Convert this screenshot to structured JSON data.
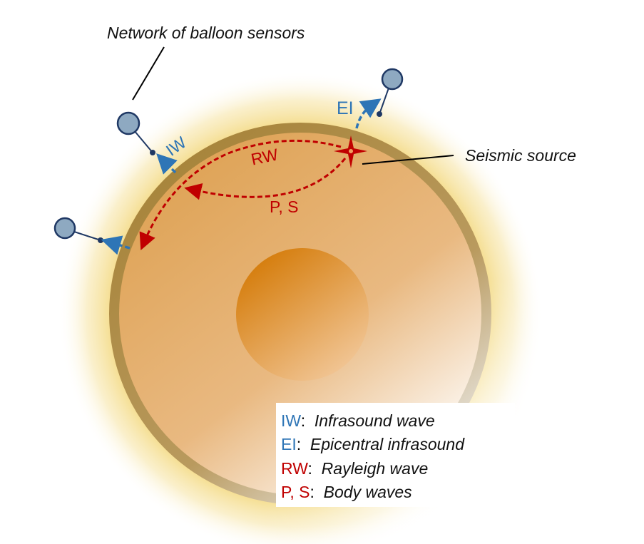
{
  "title_label": "Network of balloon sensors",
  "source_label": "Seismic source",
  "wave_labels": {
    "iw": "IW",
    "ei": "EI",
    "rw": "RW",
    "ps": "P, S"
  },
  "legend": [
    {
      "abbr": "IW",
      "sep": ":",
      "desc": "Infrasound wave",
      "color": "#2e75b6"
    },
    {
      "abbr": "EI",
      "sep": ":",
      "desc": "Epicentral infrasound",
      "color": "#2e75b6"
    },
    {
      "abbr": "RW",
      "sep": ":",
      "desc": "Rayleigh wave",
      "color": "#c00000"
    },
    {
      "abbr": "P, S",
      "sep": ":",
      "desc": "Body waves",
      "color": "#c00000"
    }
  ],
  "colors": {
    "infrasound": "#2e75b6",
    "seismic": "#c00000",
    "crust": "#a8893f",
    "mantle": "#e3a85a",
    "core": "#d98416",
    "balloon": "#8ea9c1",
    "balloon_outline": "#1f3864"
  }
}
